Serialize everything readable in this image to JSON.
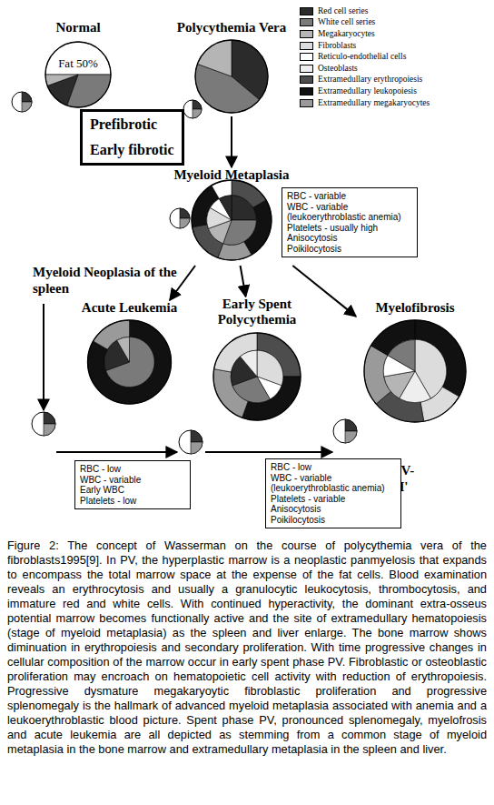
{
  "diagram": {
    "caption": "Figure 2: The concept of Wasserman on the course of polycythemia vera of the fibroblasts1995[9]. In PV, the hyperplastic marrow is a neoplastic panmyelosis that expands to encompass the total marrow space at the expense of the fat cells. Blood examination reveals an erythrocytosis and usually a granulocytic leukocytosis, thrombocytosis, and immature red and white cells. With continued hyperactivity, the dominant extra-osseus potential marrow becomes functionally active and the site of extramedullary hematopoiesis (stage of myeloid metaplasia) as the spleen and liver enlarge. The bone marrow shows diminuation in erythropoiesis and secondary proliferation. With time progressive changes in cellular composition of the marrow occur in early spent phase PV. Fibroblastic or osteoblastic proliferation may encroach on hematopoietic cell activity with reduction of erythropoiesis. Progressive dysmature megakaryoytic fibroblastic proliferation and progressive splenomegaly is the hallmark of advanced myeloid metaplasia associated with anemia and a leukoerythroblastic blood picture. Spent phase PV, pronounced splenomegaly, myelofrosis and acute leukemia are all depicted as stemming from a common stage of myeloid metaplasia in the bone marrow and extramedullary metaplasia in the spleen and liver.",
    "nodes": [
      {
        "text": [
          "Normal",
          "Fat 50%"
        ]
      },
      {
        "text": [
          "Polycythemia Vera"
        ]
      },
      {
        "text": [
          "Prefibrotic",
          "Early fibrotic"
        ]
      },
      {
        "text": [
          "Myeloid Metaplasia"
        ]
      },
      {
        "text": [
          "RBC - variable",
          "WBC - variable (leukoerythroblastic anemia)",
          "Platelets - usually high",
          "Anisocytosis",
          "Poikilocytosis"
        ]
      },
      {
        "text": [
          "Acute Leukemia"
        ]
      },
      {
        "text": [
          "Early Spent Polycythemia"
        ]
      },
      {
        "text": [
          "Myelofibrosis"
        ]
      },
      {
        "text": [
          "RBC - low",
          "WBC - variable",
          "Early WBC",
          "Platelets - low"
        ]
      },
      {
        "text": [
          "RBC - low",
          "WBC - variable (leukoerythroblastic anemia)",
          "Platelets - variable",
          "Anisocytosis",
          "Poikilocytosis"
        ]
      }
    ],
    "edges": [
      {
        "from": 1,
        "to": 3,
        "arrow": "to"
      },
      {
        "from": 3,
        "to": 5,
        "arrow": "to"
      },
      {
        "from": 3,
        "to": 6,
        "arrow": "to"
      },
      {
        "from": 3,
        "to": 7,
        "arrow": "to"
      }
    ],
    "labels": [
      "Myeloid Neoplasia of the spleen",
      "post PV- 'AMM'"
    ],
    "legend": [
      {
        "text": "Red cell series",
        "color": "#2b2b2b"
      },
      {
        "text": "White cell series",
        "color": "#7a7a7a"
      },
      {
        "text": "Megakaryocytes",
        "color": "#b5b5b5"
      },
      {
        "text": "Fibroblasts",
        "color": "#dcdcdc"
      },
      {
        "text": "Reticulo-endothelial cells",
        "color": "#ffffff"
      },
      {
        "text": "Osteoblasts",
        "color": "#eeeeee"
      },
      {
        "text": "Extramedullary erythropoiesis",
        "color": "#4d4d4d"
      },
      {
        "text": "Extramedullary leukopoiesis",
        "color": "#111111"
      },
      {
        "text": "Extramedullary megakaryocytes",
        "color": "#9a9a9a"
      }
    ]
  }
}
